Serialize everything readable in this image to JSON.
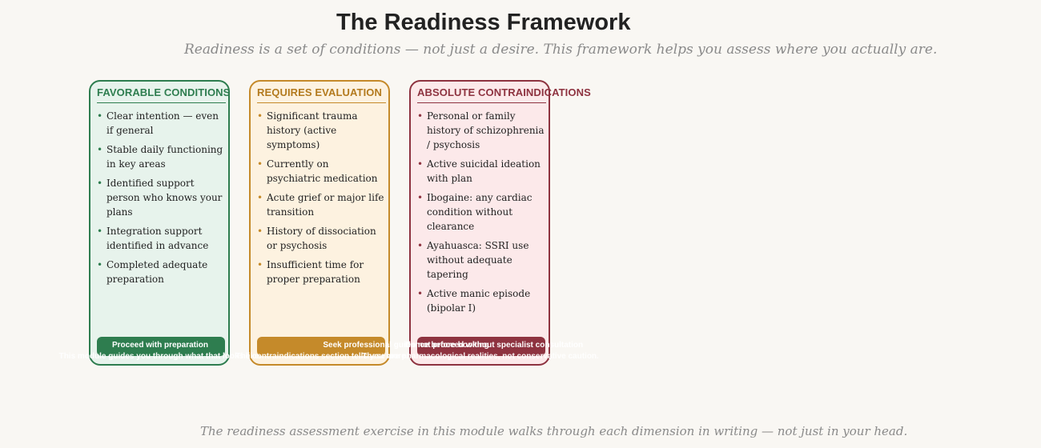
{
  "header": {
    "title": "The Readiness Framework",
    "subtitle": "Readiness is a set of conditions — not just a desire. This framework helps you assess where you actually are."
  },
  "columns": [
    {
      "heading": "FAVORABLE CONDITIONS",
      "color": "#2e7d4f",
      "items": [
        "Clear intention — even if general",
        "Stable daily functioning in key areas",
        "Identified support person who knows your plans",
        "Integration support identified in advance",
        "Completed adequate preparation"
      ],
      "action": "Proceed with preparation",
      "caption": "This module guides you through what that looks like."
    },
    {
      "heading": "REQUIRES EVALUATION",
      "color": "#c58a2a",
      "items": [
        "Significant trauma history (active symptoms)",
        "Currently on psychiatric medication",
        "Acute grief or major life transition",
        "History of dissociation or psychosis",
        "Insufficient time for proper preparation"
      ],
      "action": "Seek professional guidance before booking",
      "caption": "The contraindications section tells you more."
    },
    {
      "heading": "ABSOLUTE CONTRAINDICATIONS",
      "color": "#8e3340",
      "items": [
        "Personal or family history of schizophrenia / psychosis",
        "Active suicidal ideation with plan",
        "Ibogaine: any cardiac condition without clearance",
        "Ayahuasca: SSRI use without adequate tapering",
        "Active manic episode (bipolar I)"
      ],
      "action": "Do not proceed without specialist consultation",
      "caption": "These are pharmacological realities, not conservative caution."
    }
  ],
  "footer": {
    "note": "The readiness assessment exercise in this module walks through each dimension in writing — not just in your head."
  }
}
